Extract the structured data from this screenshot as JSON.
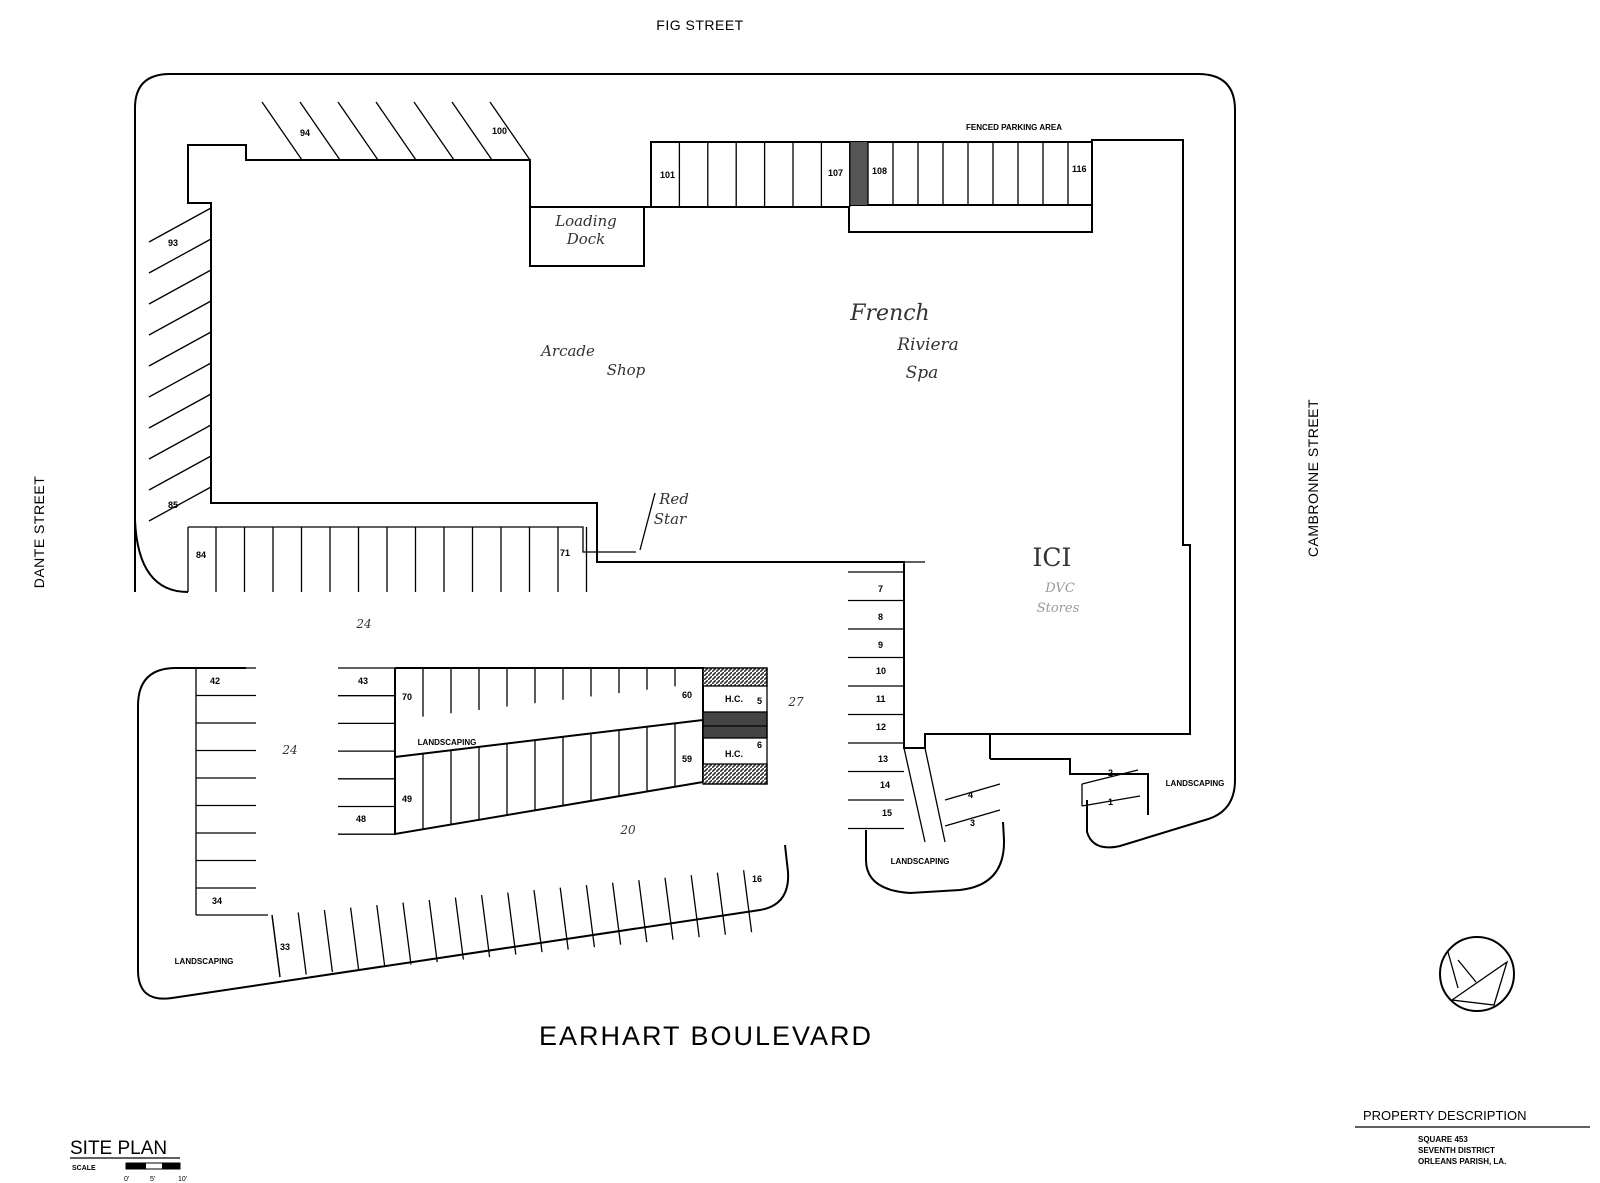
{
  "streets": {
    "north": "FIG STREET",
    "west": "DANTE STREET",
    "east": "CAMBRONNE STREET",
    "south": "EARHART BOULEVARD"
  },
  "areas": {
    "fenced_parking": "FENCED PARKING AREA",
    "landscaping_center": "LANDSCAPING",
    "landscaping_sw": "LANDSCAPING",
    "landscaping_se": "LANDSCAPING",
    "landscaping_east": "LANDSCAPING"
  },
  "handwritten": {
    "loading_dock_1": "Loading",
    "loading_dock_2": "Dock",
    "arcade_1": "Arcade",
    "arcade_2": "Shop",
    "french_1": "French",
    "french_2": "Riviera",
    "french_3": "Spa",
    "red_star_1": "Red",
    "red_star_2": "Star",
    "ici_1": "ICI",
    "ici_2": "DVC",
    "ici_3": "Stores",
    "dim_24a": "24",
    "dim_24b": "24",
    "dim_20": "20",
    "dim_27": "27"
  },
  "stall_numbers": {
    "n94": "94",
    "n100": "100",
    "n101": "101",
    "n107": "107",
    "n108": "108",
    "n116": "116",
    "n93": "93",
    "n85": "85",
    "n84": "84",
    "n71": "71",
    "n42": "42",
    "n43": "43",
    "n70": "70",
    "n60": "60",
    "n59": "59",
    "n49": "49",
    "n48": "48",
    "n34": "34",
    "n33": "33",
    "n16": "16",
    "n7": "7",
    "n8": "8",
    "n9": "9",
    "n10": "10",
    "n11": "11",
    "n12": "12",
    "n13": "13",
    "n14": "14",
    "n15": "15",
    "n1": "1",
    "n2": "2",
    "n3": "3",
    "n4": "4",
    "n5": "5",
    "n6": "6"
  },
  "hc_label": "H.C.",
  "title_block": {
    "site_plan": "SITE PLAN",
    "scale": "SCALE",
    "scale_marks": [
      "0'",
      "5'",
      "10'"
    ],
    "property_description": "PROPERTY DESCRIPTION",
    "lines": [
      "SQUARE 453",
      "SEVENTH DISTRICT",
      "ORLEANS PARISH, LA."
    ]
  },
  "colors": {
    "ink": "#000000",
    "paper": "#ffffff",
    "hatch": "#555555"
  }
}
